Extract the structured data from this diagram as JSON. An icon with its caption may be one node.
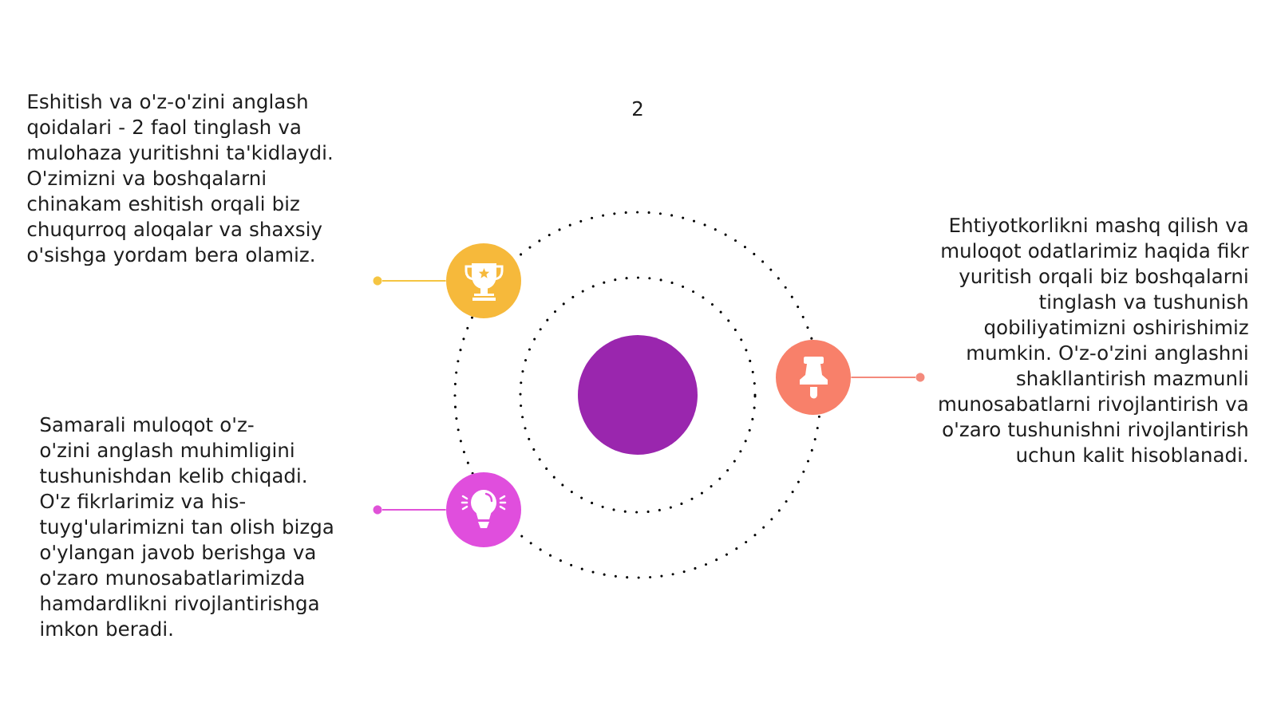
{
  "diagram": {
    "nodes": [
      {
        "text": [],
        "shape": "circle",
        "beside": [
          "Eshitish va o'z-o'zini anglash qoidalari - 2 faol tinglash va mulohaza yuritishni ta'kidlaydi. O'zimizni va boshqalarni chinakam eshitish orqali biz chuqurroq aloqalar va shaxsiy o'sishga yordam bera olamiz."
        ]
      },
      {
        "text": [],
        "shape": "circle"
      },
      {
        "text": [],
        "shape": "circle"
      },
      {
        "text": [],
        "shape": "circle",
        "beside": [
          "Ehtiyotkorlikni mashq qilish va muloqot odatlarimiz haqida fikr yuritish orqali biz boshqalarni tinglash va tushunish qobiliyatimizni oshirishimiz mumkin. O'z-o'zini anglashni shakllantirish mazmunli munosabatlarni rivojlantirish va o'zaro tushunishni rivojlantirish uchun kalit hisoblanadi."
        ]
      },
      {
        "text": [],
        "shape": "circle"
      },
      {
        "text": [],
        "shape": "circle",
        "beside": [
          "Samarali muloqot o'z-o'zini anglash muhimligini tushunishdan kelib chiqadi. O'z fikrlarimiz va his-tuyg'ularimizni tan olish bizga o'ylangan javob berishga va o'zaro munosabatlarimizda hamdardlikni rivojlantirishga imkon beradi."
        ]
      },
      {
        "text": [],
        "shape": "circle"
      }
    ],
    "edges": [
      {
        "from": 1,
        "to": 0,
        "arrow": "none",
        "color": "#f5c542"
      },
      {
        "from": 2,
        "to": 3,
        "arrow": "none",
        "color": "#f48a7c"
      },
      {
        "from": 6,
        "to": 5,
        "arrow": "none",
        "color": "#e052d8"
      }
    ],
    "labels": [
      "2"
    ]
  }
}
